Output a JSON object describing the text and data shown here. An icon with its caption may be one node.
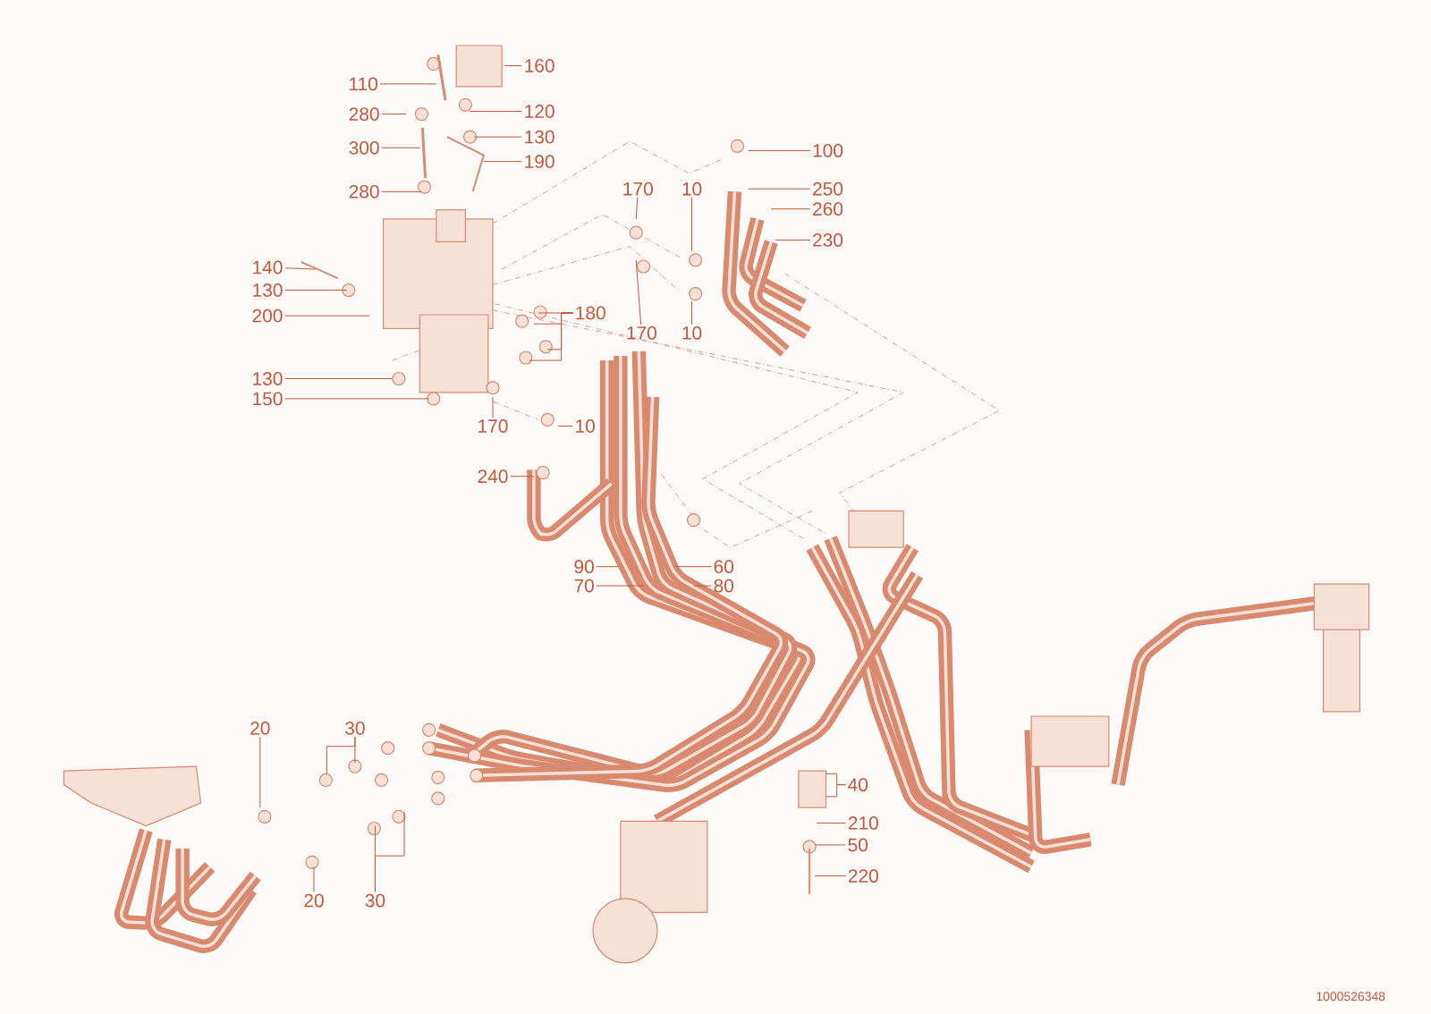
{
  "diagram": {
    "nodes": [
      {
        "text": [
          "110"
        ]
      },
      {
        "text": [
          "160"
        ]
      },
      {
        "text": [
          "280"
        ]
      },
      {
        "text": [
          "120"
        ]
      },
      {
        "text": [
          "300"
        ]
      },
      {
        "text": [
          "130"
        ]
      },
      {
        "text": [
          "190"
        ]
      },
      {
        "text": [
          "280"
        ]
      },
      {
        "text": [
          "100"
        ]
      },
      {
        "text": [
          "170"
        ]
      },
      {
        "text": [
          "10"
        ]
      },
      {
        "text": [
          "250"
        ]
      },
      {
        "text": [
          "260"
        ]
      },
      {
        "text": [
          "230"
        ]
      },
      {
        "text": [
          "140"
        ]
      },
      {
        "text": [
          "130"
        ]
      },
      {
        "text": [
          "200"
        ]
      },
      {
        "text": [
          "180"
        ]
      },
      {
        "text": [
          "170"
        ]
      },
      {
        "text": [
          "10"
        ]
      },
      {
        "text": [
          "130"
        ]
      },
      {
        "text": [
          "150"
        ]
      },
      {
        "text": [
          "170"
        ]
      },
      {
        "text": [
          "10"
        ]
      },
      {
        "text": [
          "240"
        ]
      },
      {
        "text": [
          "90"
        ]
      },
      {
        "text": [
          "60"
        ]
      },
      {
        "text": [
          "70"
        ]
      },
      {
        "text": [
          "80"
        ]
      },
      {
        "text": [
          "20"
        ]
      },
      {
        "text": [
          "30"
        ]
      },
      {
        "text": [
          "40"
        ]
      },
      {
        "text": [
          "210"
        ]
      },
      {
        "text": [
          "50"
        ]
      },
      {
        "text": [
          "220"
        ]
      },
      {
        "text": [
          "20"
        ]
      },
      {
        "text": [
          "30"
        ]
      }
    ],
    "edges": [
      {
        "from": 0,
        "to": null,
        "arrow": "none"
      },
      {
        "from": 1,
        "to": null,
        "arrow": "none"
      },
      {
        "from": 2,
        "to": null,
        "arrow": "none"
      },
      {
        "from": 3,
        "to": null,
        "arrow": "none"
      },
      {
        "from": 4,
        "to": null,
        "arrow": "none"
      },
      {
        "from": 5,
        "to": null,
        "arrow": "none"
      },
      {
        "from": 6,
        "to": null,
        "arrow": "none"
      },
      {
        "from": 7,
        "to": null,
        "arrow": "none"
      },
      {
        "from": 8,
        "to": null,
        "arrow": "none"
      },
      {
        "from": 9,
        "to": null,
        "arrow": "none"
      },
      {
        "from": 10,
        "to": null,
        "arrow": "none"
      },
      {
        "from": 11,
        "to": null,
        "arrow": "none"
      },
      {
        "from": 12,
        "to": null,
        "arrow": "none"
      },
      {
        "from": 13,
        "to": null,
        "arrow": "none"
      },
      {
        "from": 14,
        "to": null,
        "arrow": "none"
      },
      {
        "from": 15,
        "to": null,
        "arrow": "none"
      },
      {
        "from": 16,
        "to": null,
        "arrow": "none"
      },
      {
        "from": 17,
        "to": null,
        "arrow": "none"
      },
      {
        "from": 17,
        "to": null,
        "arrow": "none"
      },
      {
        "from": 17,
        "to": null,
        "arrow": "none"
      },
      {
        "from": 17,
        "to": null,
        "arrow": "none"
      },
      {
        "from": 18,
        "to": null,
        "arrow": "none"
      },
      {
        "from": 19,
        "to": null,
        "arrow": "none"
      },
      {
        "from": 20,
        "to": null,
        "arrow": "none"
      },
      {
        "from": 21,
        "to": null,
        "arrow": "none"
      },
      {
        "from": 22,
        "to": null,
        "arrow": "none"
      },
      {
        "from": 23,
        "to": null,
        "arrow": "none"
      },
      {
        "from": 24,
        "to": null,
        "arrow": "none"
      },
      {
        "from": 25,
        "to": null,
        "arrow": "none"
      },
      {
        "from": 26,
        "to": null,
        "arrow": "none"
      },
      {
        "from": 27,
        "to": null,
        "arrow": "none"
      },
      {
        "from": 28,
        "to": null,
        "arrow": "none"
      },
      {
        "from": 29,
        "to": null,
        "arrow": "none"
      },
      {
        "from": 30,
        "to": null,
        "arrow": "none"
      },
      {
        "from": 30,
        "to": null,
        "arrow": "none"
      },
      {
        "from": 31,
        "to": null,
        "arrow": "none"
      },
      {
        "from": 31,
        "to": null,
        "arrow": "none"
      },
      {
        "from": 32,
        "to": null,
        "arrow": "none"
      },
      {
        "from": 33,
        "to": null,
        "arrow": "none"
      },
      {
        "from": 34,
        "to": null,
        "arrow": "none"
      },
      {
        "from": 35,
        "to": null,
        "arrow": "none"
      },
      {
        "from": 36,
        "to": null,
        "arrow": "none"
      },
      {
        "from": 36,
        "to": null,
        "arrow": "none"
      }
    ],
    "labels": [
      "1000526348"
    ]
  }
}
